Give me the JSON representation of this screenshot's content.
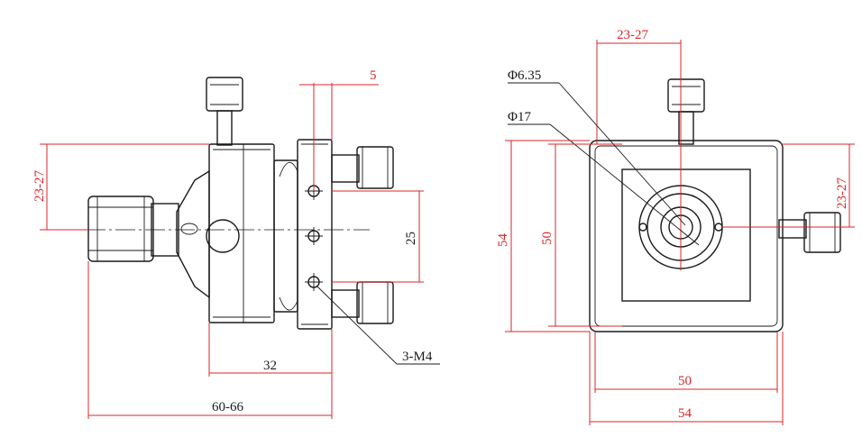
{
  "side_view": {
    "dim_height": "23-27",
    "dim_top": "5",
    "dim_right": "25",
    "dim_bottom_1": "32",
    "dim_bottom_2": "60-66",
    "callout_holes": "3-M4"
  },
  "front_view": {
    "dim_top": "23-27",
    "dim_d1": "Φ6.35",
    "dim_d2": "Φ17",
    "dim_outer_left": "54",
    "dim_inner_left": "50",
    "dim_right": "23-27",
    "dim_bottom_inner": "50",
    "dim_bottom_outer": "54"
  },
  "colors": {
    "dimension": "#d8252b",
    "outline": "#1a1a1a"
  }
}
